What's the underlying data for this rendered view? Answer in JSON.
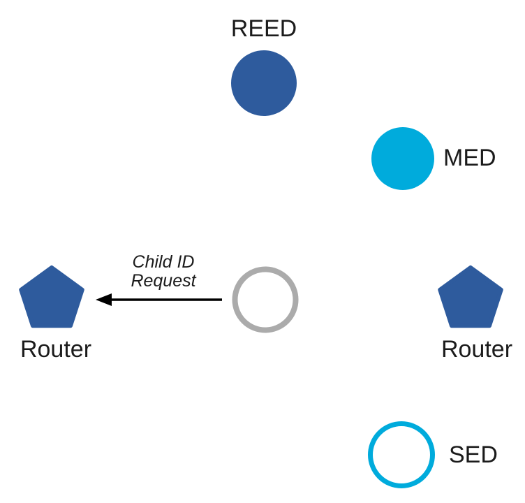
{
  "diagram": {
    "type": "network-topology",
    "nodes": {
      "reed": {
        "label": "REED",
        "shape": "filled-circle",
        "color_key": "brand_blue"
      },
      "med": {
        "label": "MED",
        "shape": "filled-circle",
        "color_key": "cyan"
      },
      "joining": {
        "label": "",
        "shape": "outlined-circle",
        "color_key": "gray"
      },
      "sed": {
        "label": "SED",
        "shape": "outlined-circle",
        "color_key": "cyan"
      },
      "router_left": {
        "label": "Router",
        "shape": "pentagon",
        "color_key": "brand_blue"
      },
      "router_right": {
        "label": "Router",
        "shape": "pentagon",
        "color_key": "brand_blue"
      }
    },
    "message": {
      "line1": "Child ID",
      "line2": "Request",
      "direction": "left",
      "from": "joining",
      "to": "router_left"
    }
  },
  "colors": {
    "brand_blue": "#2E5B9D",
    "cyan": "#00ABDC",
    "gray": "#ABABAB",
    "white": "#ffffff",
    "arrow": "#000000",
    "text": "#1b1b1b"
  }
}
